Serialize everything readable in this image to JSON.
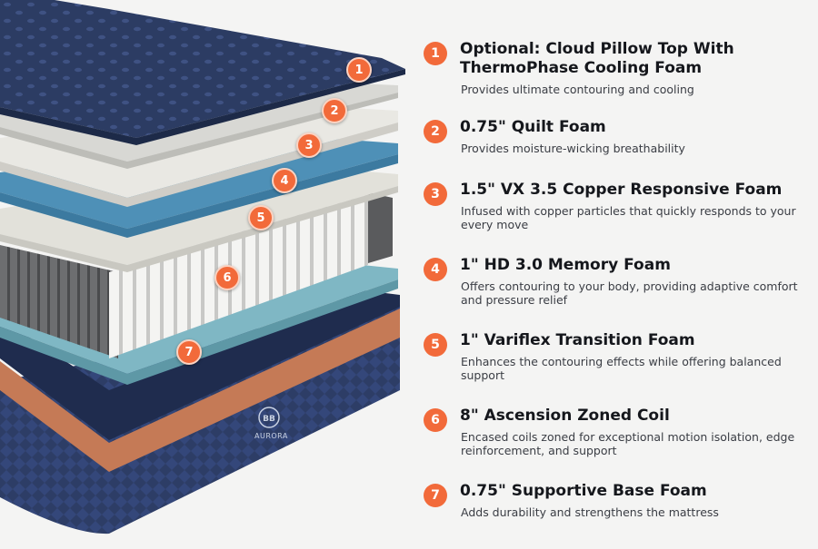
{
  "brand": {
    "label": "AURORA",
    "monogram": "BB"
  },
  "colors": {
    "accent": "#f26a3a",
    "cover_navy": "#2c3c63",
    "copper_band": "#c57a56"
  },
  "layers": [
    {
      "number": "1",
      "title": "Optional: Cloud Pillow Top With ThermoPhase Cooling Foam",
      "description": "Provides ultimate contouring and cooling"
    },
    {
      "number": "2",
      "title": "0.75\" Quilt Foam",
      "description": "Provides moisture-wicking breathability"
    },
    {
      "number": "3",
      "title": "1.5\" VX 3.5 Copper Responsive Foam",
      "description": "Infused with copper particles that quickly responds to your every move"
    },
    {
      "number": "4",
      "title": "1\" HD 3.0 Memory Foam",
      "description": "Offers contouring to your body, providing adaptive comfort and pressure relief"
    },
    {
      "number": "5",
      "title": "1\" Variflex Transition Foam",
      "description": "Enhances the contouring effects while offering balanced support"
    },
    {
      "number": "6",
      "title": "8\" Ascension Zoned Coil",
      "description": "Encased coils zoned for exceptional motion isolation, edge reinforcement, and support"
    },
    {
      "number": "7",
      "title": "0.75\" Supportive Base Foam",
      "description": "Adds durability and strengthens the mattress"
    }
  ]
}
